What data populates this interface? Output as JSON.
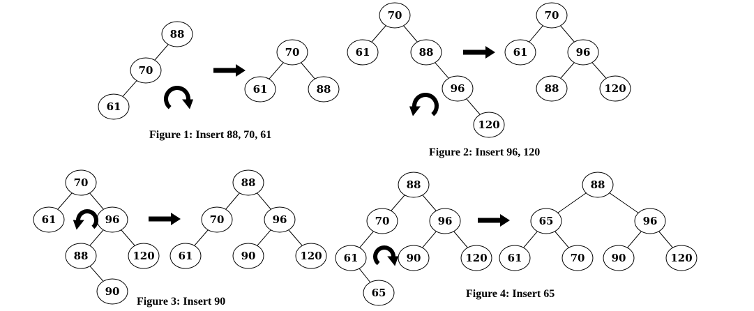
{
  "colors": {
    "stroke": "#000000",
    "node_fill": "#ffffff",
    "background": "#ffffff"
  },
  "figures": [
    {
      "caption": "Figure 1: Insert 88, 70, 61",
      "before": {
        "nodes": [
          {
            "id": "f1b-88",
            "label": "88"
          },
          {
            "id": "f1b-70",
            "label": "70"
          },
          {
            "id": "f1b-61",
            "label": "61"
          }
        ],
        "edges": [
          [
            "f1b-88",
            "f1b-70"
          ],
          [
            "f1b-70",
            "f1b-61"
          ]
        ]
      },
      "rotation": "clockwise-icon",
      "transition": "right-arrow-icon",
      "after": {
        "nodes": [
          {
            "id": "f1a-70",
            "label": "70"
          },
          {
            "id": "f1a-61",
            "label": "61"
          },
          {
            "id": "f1a-88",
            "label": "88"
          }
        ],
        "edges": [
          [
            "f1a-70",
            "f1a-61"
          ],
          [
            "f1a-70",
            "f1a-88"
          ]
        ]
      }
    },
    {
      "caption": "Figure 2: Insert 96, 120",
      "before": {
        "nodes": [
          {
            "id": "f2b-70",
            "label": "70"
          },
          {
            "id": "f2b-61",
            "label": "61"
          },
          {
            "id": "f2b-88",
            "label": "88"
          },
          {
            "id": "f2b-96",
            "label": "96"
          },
          {
            "id": "f2b-120",
            "label": "120"
          }
        ],
        "edges": [
          [
            "f2b-70",
            "f2b-61"
          ],
          [
            "f2b-70",
            "f2b-88"
          ],
          [
            "f2b-88",
            "f2b-96"
          ],
          [
            "f2b-96",
            "f2b-120"
          ]
        ]
      },
      "rotation": "counterclockwise-icon",
      "transition": "right-arrow-icon",
      "after": {
        "nodes": [
          {
            "id": "f2a-70",
            "label": "70"
          },
          {
            "id": "f2a-61",
            "label": "61"
          },
          {
            "id": "f2a-96",
            "label": "96"
          },
          {
            "id": "f2a-88",
            "label": "88"
          },
          {
            "id": "f2a-120",
            "label": "120"
          }
        ],
        "edges": [
          [
            "f2a-70",
            "f2a-61"
          ],
          [
            "f2a-70",
            "f2a-96"
          ],
          [
            "f2a-96",
            "f2a-88"
          ],
          [
            "f2a-96",
            "f2a-120"
          ]
        ]
      }
    },
    {
      "caption": "Figure 3: Insert 90",
      "before": {
        "nodes": [
          {
            "id": "f3b-70",
            "label": "70"
          },
          {
            "id": "f3b-61",
            "label": "61"
          },
          {
            "id": "f3b-96",
            "label": "96"
          },
          {
            "id": "f3b-88",
            "label": "88"
          },
          {
            "id": "f3b-120",
            "label": "120"
          },
          {
            "id": "f3b-90",
            "label": "90"
          }
        ],
        "edges": [
          [
            "f3b-70",
            "f3b-61"
          ],
          [
            "f3b-70",
            "f3b-96"
          ],
          [
            "f3b-96",
            "f3b-88"
          ],
          [
            "f3b-96",
            "f3b-120"
          ],
          [
            "f3b-88",
            "f3b-90"
          ]
        ]
      },
      "rotation": "counterclockwise-icon",
      "transition": "right-arrow-icon",
      "after": {
        "nodes": [
          {
            "id": "f3a-88",
            "label": "88"
          },
          {
            "id": "f3a-70",
            "label": "70"
          },
          {
            "id": "f3a-96",
            "label": "96"
          },
          {
            "id": "f3a-61",
            "label": "61"
          },
          {
            "id": "f3a-90",
            "label": "90"
          },
          {
            "id": "f3a-120",
            "label": "120"
          }
        ],
        "edges": [
          [
            "f3a-88",
            "f3a-70"
          ],
          [
            "f3a-88",
            "f3a-96"
          ],
          [
            "f3a-70",
            "f3a-61"
          ],
          [
            "f3a-96",
            "f3a-90"
          ],
          [
            "f3a-96",
            "f3a-120"
          ]
        ]
      }
    },
    {
      "caption": "Figure 4: Insert 65",
      "before": {
        "nodes": [
          {
            "id": "f4b-88",
            "label": "88"
          },
          {
            "id": "f4b-70",
            "label": "70"
          },
          {
            "id": "f4b-96",
            "label": "96"
          },
          {
            "id": "f4b-61",
            "label": "61"
          },
          {
            "id": "f4b-90",
            "label": "90"
          },
          {
            "id": "f4b-120",
            "label": "120"
          },
          {
            "id": "f4b-65",
            "label": "65"
          }
        ],
        "edges": [
          [
            "f4b-88",
            "f4b-70"
          ],
          [
            "f4b-88",
            "f4b-96"
          ],
          [
            "f4b-70",
            "f4b-61"
          ],
          [
            "f4b-96",
            "f4b-90"
          ],
          [
            "f4b-96",
            "f4b-120"
          ],
          [
            "f4b-61",
            "f4b-65"
          ]
        ]
      },
      "rotation": "clockwise-icon",
      "transition": "right-arrow-icon",
      "after": {
        "nodes": [
          {
            "id": "f4a-88",
            "label": "88"
          },
          {
            "id": "f4a-65",
            "label": "65"
          },
          {
            "id": "f4a-96",
            "label": "96"
          },
          {
            "id": "f4a-61",
            "label": "61"
          },
          {
            "id": "f4a-70",
            "label": "70"
          },
          {
            "id": "f4a-90",
            "label": "90"
          },
          {
            "id": "f4a-120",
            "label": "120"
          }
        ],
        "edges": [
          [
            "f4a-88",
            "f4a-65"
          ],
          [
            "f4a-88",
            "f4a-96"
          ],
          [
            "f4a-65",
            "f4a-61"
          ],
          [
            "f4a-65",
            "f4a-70"
          ],
          [
            "f4a-96",
            "f4a-90"
          ],
          [
            "f4a-96",
            "f4a-120"
          ]
        ]
      }
    }
  ]
}
